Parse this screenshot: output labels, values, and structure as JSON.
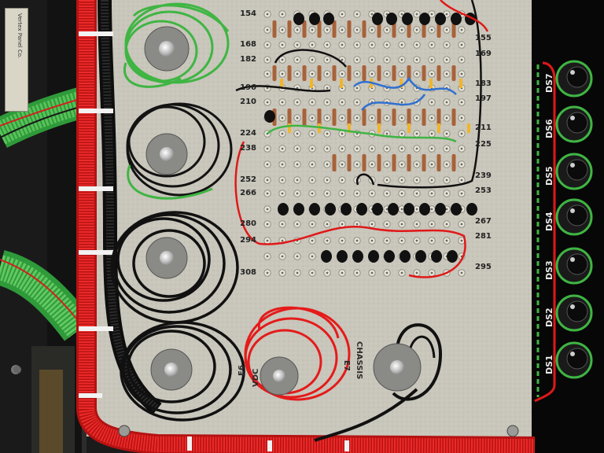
{
  "scene": {
    "row_labels_left": [
      "154",
      "168",
      "182",
      "196",
      "210",
      "224",
      "238",
      "252",
      "266",
      "280",
      "294",
      "308"
    ],
    "row_labels_right": [
      "155",
      "169",
      "183",
      "197",
      "211",
      "225",
      "239",
      "253",
      "267",
      "281",
      "295"
    ],
    "lamp_labels": [
      "DS7",
      "DS6",
      "DS5",
      "DS4",
      "DS3",
      "DS2",
      "DS1"
    ],
    "terminal_labels": {
      "chassis": "CHASSIS",
      "e7": "E7",
      "vdc": "VDC",
      "e6": "E6"
    },
    "sticker_text": "Vertex Panel Co.",
    "colors": {
      "panel": "#c9c6bb",
      "wire_red": "#e01818",
      "wire_green": "#3cb83c",
      "wire_black": "#151515",
      "wire_blue": "#3070d0",
      "frame": "#0a0a0a"
    }
  }
}
